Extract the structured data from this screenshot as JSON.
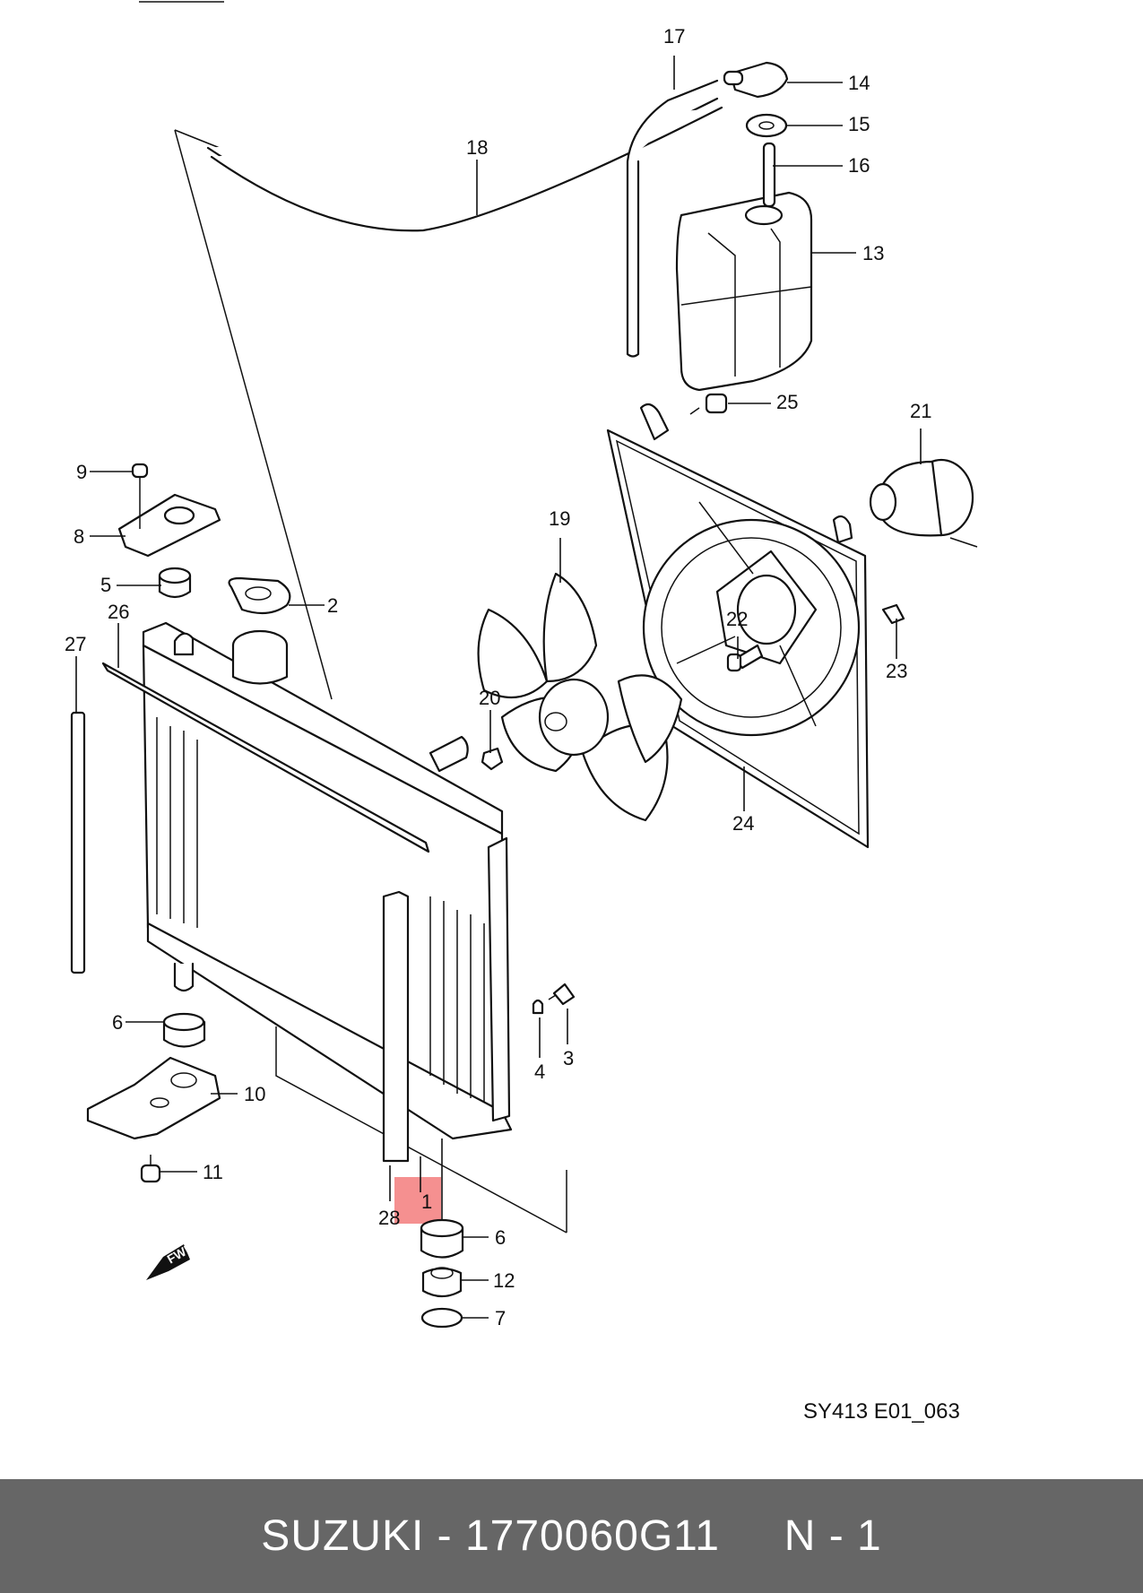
{
  "diagram": {
    "drawing_code": "SY413 E01_063",
    "fwd_label": "FWD",
    "highlight_color": "#f26b6b",
    "callouts": [
      {
        "id": "c1",
        "text": "1"
      },
      {
        "id": "c2",
        "text": "2"
      },
      {
        "id": "c3",
        "text": "3"
      },
      {
        "id": "c4",
        "text": "4"
      },
      {
        "id": "c5",
        "text": "5"
      },
      {
        "id": "c6a",
        "text": "6"
      },
      {
        "id": "c6b",
        "text": "6"
      },
      {
        "id": "c7",
        "text": "7"
      },
      {
        "id": "c8",
        "text": "8"
      },
      {
        "id": "c9",
        "text": "9"
      },
      {
        "id": "c10",
        "text": "10"
      },
      {
        "id": "c11",
        "text": "11"
      },
      {
        "id": "c12",
        "text": "12"
      },
      {
        "id": "c13",
        "text": "13"
      },
      {
        "id": "c14",
        "text": "14"
      },
      {
        "id": "c15",
        "text": "15"
      },
      {
        "id": "c16",
        "text": "16"
      },
      {
        "id": "c17",
        "text": "17"
      },
      {
        "id": "c18",
        "text": "18"
      },
      {
        "id": "c19",
        "text": "19"
      },
      {
        "id": "c20",
        "text": "20"
      },
      {
        "id": "c21",
        "text": "21"
      },
      {
        "id": "c22",
        "text": "22"
      },
      {
        "id": "c23",
        "text": "23"
      },
      {
        "id": "c24",
        "text": "24"
      },
      {
        "id": "c25",
        "text": "25"
      },
      {
        "id": "c26",
        "text": "26"
      },
      {
        "id": "c27",
        "text": "27"
      },
      {
        "id": "c28",
        "text": "28"
      }
    ]
  },
  "footer": {
    "brand": "SUZUKI",
    "separator": " - ",
    "part_number": "1770060G11",
    "gap": "     ",
    "suffix": "N - 1"
  }
}
